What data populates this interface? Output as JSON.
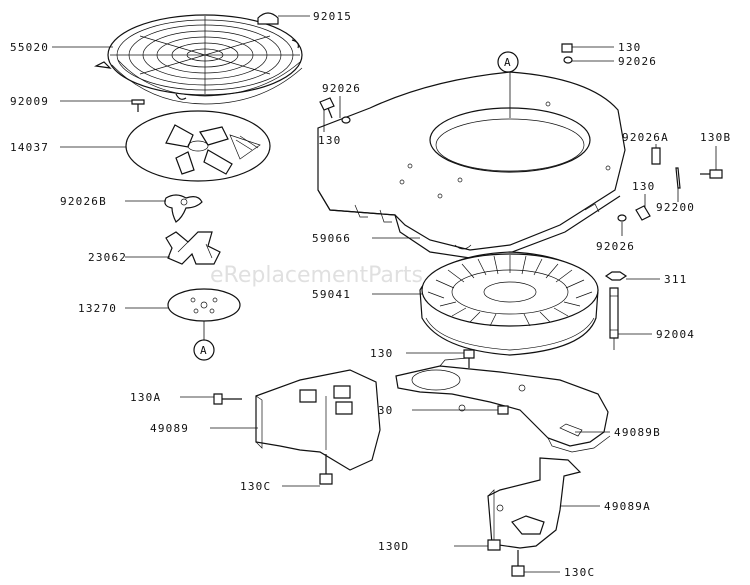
{
  "watermark": "eReplacementParts.com",
  "callout_ref": "A",
  "labels": {
    "p55020": "55020",
    "p92015": "92015",
    "p92009": "92009",
    "p14037": "14037",
    "p92026b": "92026B",
    "p23062": "23062",
    "p13270": "13270",
    "p130_top": "130",
    "p92026_top": "92026",
    "p92026_left": "92026",
    "p130_left": "130",
    "p92026a": "92026A",
    "p130b": "130B",
    "p130_mid": "130",
    "p92200": "92200",
    "p59066": "59066",
    "p92026_right": "92026",
    "p311": "311",
    "p59041": "59041",
    "p92004": "92004",
    "p130_fan1": "130",
    "p130a": "130A",
    "p130_fan2": "130",
    "p49089": "49089",
    "p49089b": "49089B",
    "p130c_left": "130C",
    "p49089a": "49089A",
    "p130d": "130D",
    "p130c_bottom": "130C"
  }
}
